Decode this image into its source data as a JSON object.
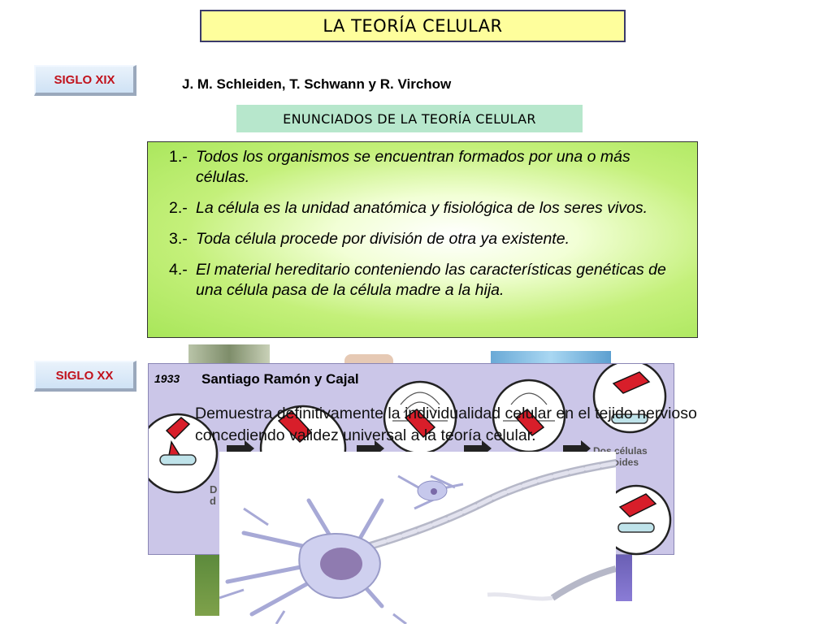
{
  "title": "LA TEORÍA CELULAR",
  "siglo_xix": {
    "label": "SIGLO XIX",
    "authors": "J. M. Schleiden, T. Schwann y R. Virchow",
    "heading": "ENUNCIADOS DE LA TEORÍA CELULAR",
    "statements": [
      {
        "num": "1.-",
        "text": "Todos los organismos se encuentran formados por una o más células."
      },
      {
        "num": "2.-",
        "text": "La célula es la unidad anatómica y fisiológica de los seres vivos."
      },
      {
        "num": "3.-",
        "text": "Toda célula procede por división de otra ya existente."
      },
      {
        "num": "4.-",
        "text": "El material hereditario conteniendo las características genéticas de una célula pasa de la célula madre a la hija."
      }
    ]
  },
  "siglo_xx": {
    "label": "SIGLO XX",
    "year": "1933",
    "scientist": "Santiago Ramón y Cajal",
    "description": "Demuestra definitivamente la individualidad celular en el tejido nervioso concediendo validez universal a la teoría celular.",
    "diagram_fragments": [
      "Dos células",
      "haploides",
      "D",
      "d"
    ]
  },
  "colors": {
    "title_bg": "#fefe9c",
    "century_text": "#c1121c",
    "heading_bg": "#b7e7cc",
    "statements_bg": "#b8ee6e",
    "chromosome": "#d81e2a",
    "chromatid_light": "#bfe3ea"
  },
  "icons": [
    "chromosome-icon",
    "cell-division-diagram",
    "neuron-illustration"
  ]
}
